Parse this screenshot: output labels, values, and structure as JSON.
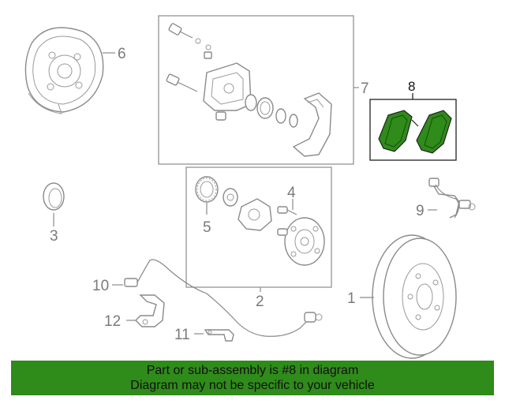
{
  "callouts": {
    "c1": "1",
    "c2": "2",
    "c3": "3",
    "c4": "4",
    "c5": "5",
    "c6": "6",
    "c7": "7",
    "c8": "8",
    "c9": "9",
    "c10": "10",
    "c11": "11",
    "c12": "12"
  },
  "highlight_color": "#2f8b1a",
  "banner": {
    "line1": "Part or sub-assembly is #8 in diagram",
    "line2": "Diagram may not be specific to your vehicle"
  }
}
